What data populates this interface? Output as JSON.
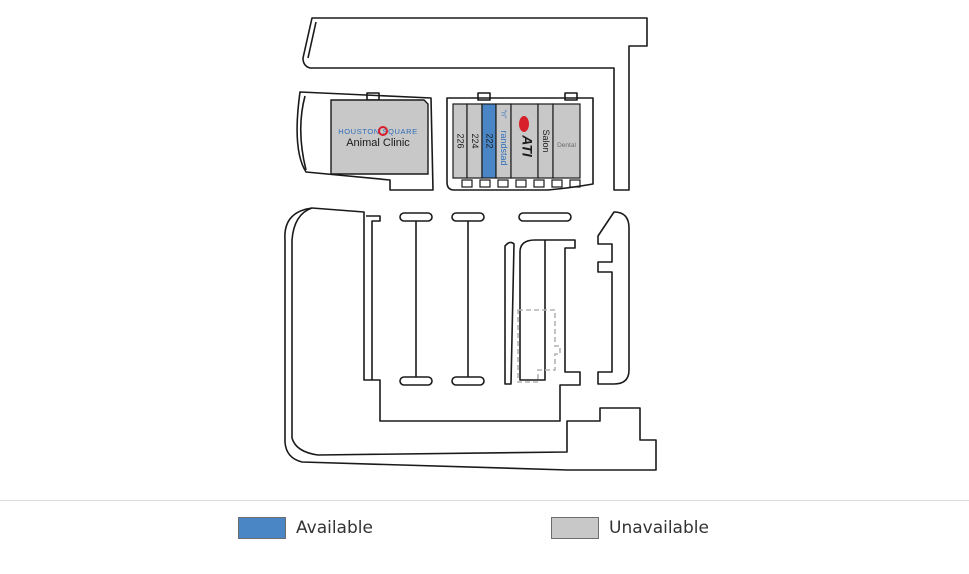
{
  "colors": {
    "available": "#4a86c5",
    "unavailable": "#c8c8c8",
    "outline": "#1a1a1a",
    "logo_blue": "#2f6fb8",
    "logo_red": "#d8202a",
    "dashed": "#b4b4b4"
  },
  "tenants": {
    "animal_clinic_brand": "HOUSTON SQUARE",
    "animal_clinic_name": "Animal Clinic",
    "unit_226": "226",
    "unit_224": "224",
    "unit_222": "222",
    "randstad": "randstad",
    "randstad_mark": "\"n\"",
    "ati_logo": "ATI",
    "salon": "Salon",
    "dental": "Dental"
  },
  "units": [
    {
      "id": "226",
      "status": "unavailable"
    },
    {
      "id": "224",
      "status": "unavailable"
    },
    {
      "id": "222",
      "status": "available"
    },
    {
      "id": "randstad",
      "status": "unavailable"
    },
    {
      "id": "ati",
      "status": "unavailable"
    },
    {
      "id": "salon",
      "status": "unavailable"
    },
    {
      "id": "dental",
      "status": "unavailable"
    }
  ],
  "legend": {
    "available_label": "Available",
    "unavailable_label": "Unavailable"
  }
}
